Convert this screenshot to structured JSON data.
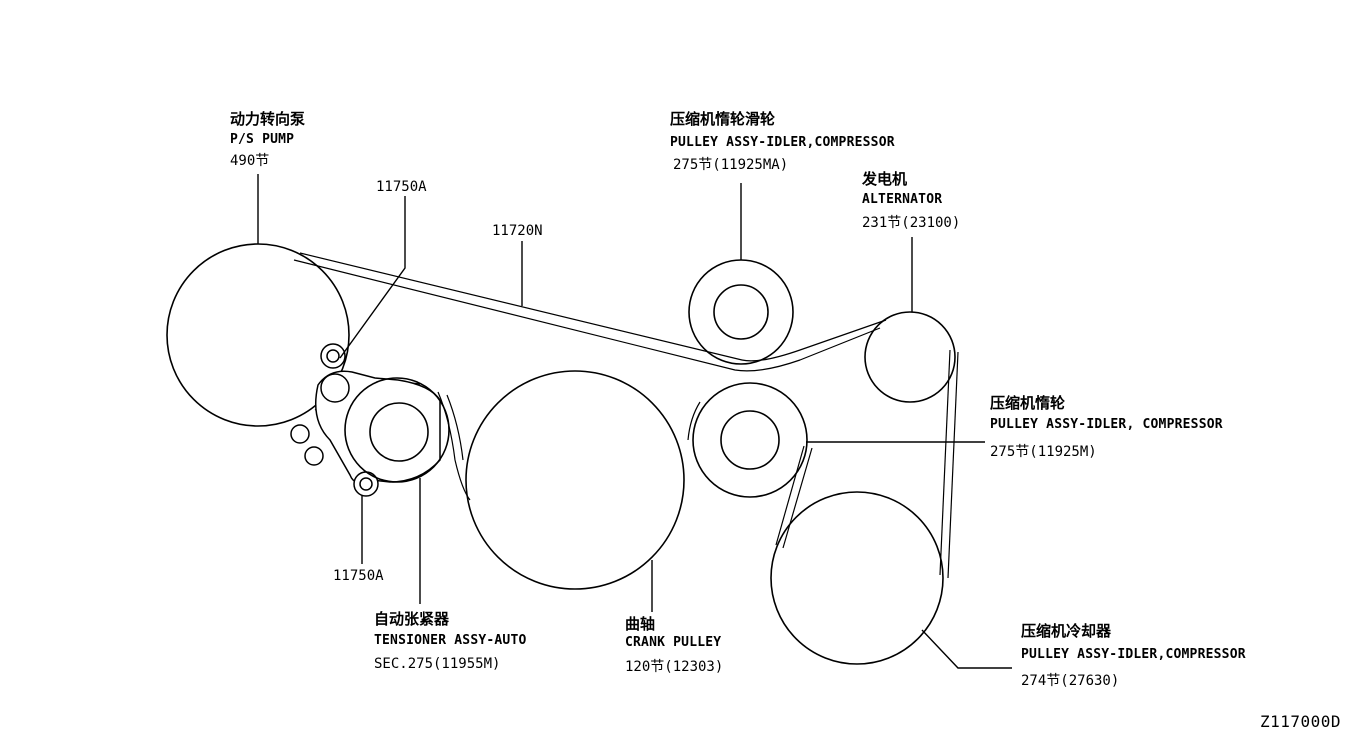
{
  "labels": {
    "ps_pump": {
      "zh": "动力转向泵",
      "en": "P/S PUMP",
      "part": "490节"
    },
    "tensioner_bolt_top": "11750A",
    "belt": "11720N",
    "idler_top": {
      "zh": "压缩机惰轮滑轮",
      "en": "PULLEY ASSY-IDLER,COMPRESSOR",
      "part": "275节(11925MA)"
    },
    "alternator": {
      "zh": "发电机",
      "en": "ALTERNATOR",
      "part": "231节(23100)"
    },
    "idler_mid": {
      "zh": "压缩机惰轮",
      "en": "PULLEY ASSY-IDLER, COMPRESSOR",
      "part": "275节(11925M)"
    },
    "tensioner_bolt_bottom": "11750A",
    "tensioner": {
      "zh": "自动张紧器",
      "en": "TENSIONER ASSY-AUTO",
      "part": "SEC.275(11955M)"
    },
    "crank": {
      "zh": "曲轴",
      "en": "CRANK PULLEY",
      "part": "120节(12303)"
    },
    "compressor": {
      "zh": "压缩机冷却器",
      "en": "PULLEY ASSY-IDLER,COMPRESSOR",
      "part": "274节(27630)"
    },
    "figure_code": "Z117000D"
  }
}
